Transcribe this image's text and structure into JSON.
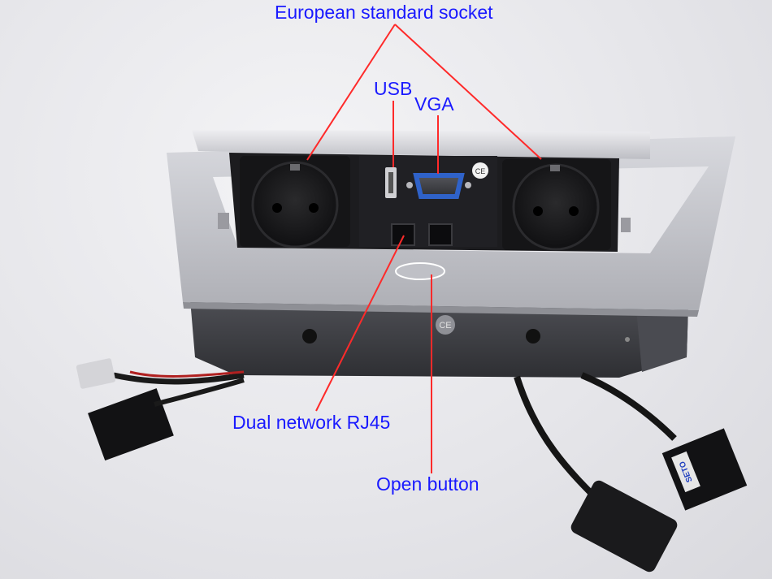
{
  "labels": {
    "socket": "European standard socket",
    "usb": "USB",
    "vga": "VGA",
    "rj45": "Dual network RJ45",
    "open_button": "Open button"
  },
  "colors": {
    "label_text": "#1a1aff",
    "pointer_line": "#ff2a2a",
    "aluminum": "#c9cacf",
    "housing": "#3f4045",
    "vga_port": "#2f62c9"
  },
  "icons": {
    "ce_mark": "CE",
    "ce_mark_small": "CE",
    "cable_tag": "SETO"
  }
}
